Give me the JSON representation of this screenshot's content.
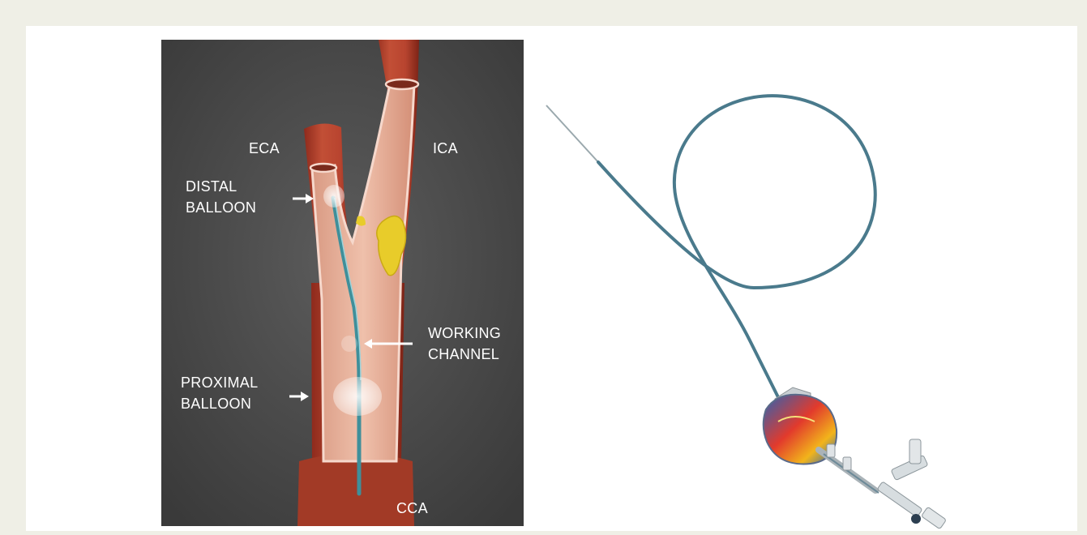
{
  "figure": {
    "labels": {
      "eca": "ECA",
      "ica": "ICA",
      "distal_balloon": [
        "DISTAL",
        "BALLOON"
      ],
      "working_channel": [
        "WORKING",
        "CHANNEL"
      ],
      "proximal_balloon": [
        "PROXIMAL",
        "BALLOON"
      ],
      "cca": "CCA"
    },
    "colors": {
      "page_background": "#efefe6",
      "panel_background": "#ffffff",
      "illustration_background": "#4a4a4a",
      "vessel": "#b8442f",
      "vessel_lumen": "#e9b19c",
      "plaque": "#e8cc2a",
      "catheter": "#3f8f9a",
      "device_shaft": "#4a7a8c"
    }
  }
}
